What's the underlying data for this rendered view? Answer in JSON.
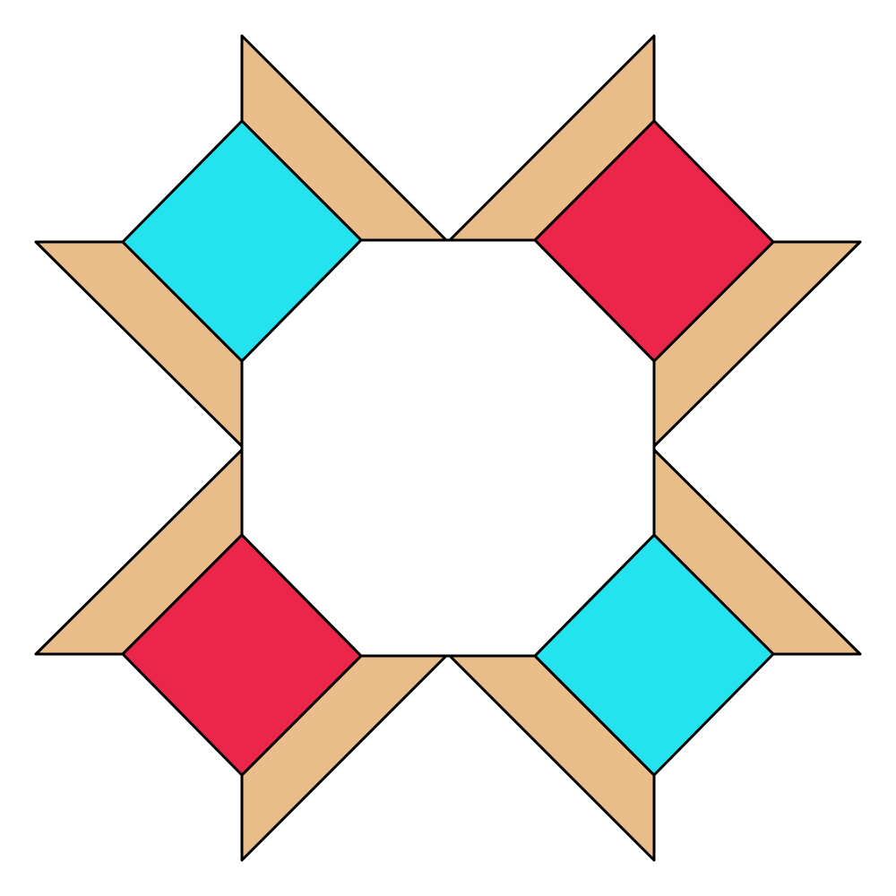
{
  "figure": {
    "description_kind": "geometric-pattern",
    "colors": {
      "background": "#ffffff",
      "outline": "#000000",
      "frame": "#e8bd8a",
      "diamond_cyan": "#22e3ee",
      "diamond_red": "#ec254a"
    },
    "diamonds": [
      {
        "position": "top-left",
        "color": "#22e3ee"
      },
      {
        "position": "top-right",
        "color": "#ec254a"
      },
      {
        "position": "bottom-left",
        "color": "#ec254a"
      },
      {
        "position": "bottom-right",
        "color": "#22e3ee"
      }
    ],
    "center": {
      "shape": "octagon",
      "fill": "#ffffff"
    }
  }
}
